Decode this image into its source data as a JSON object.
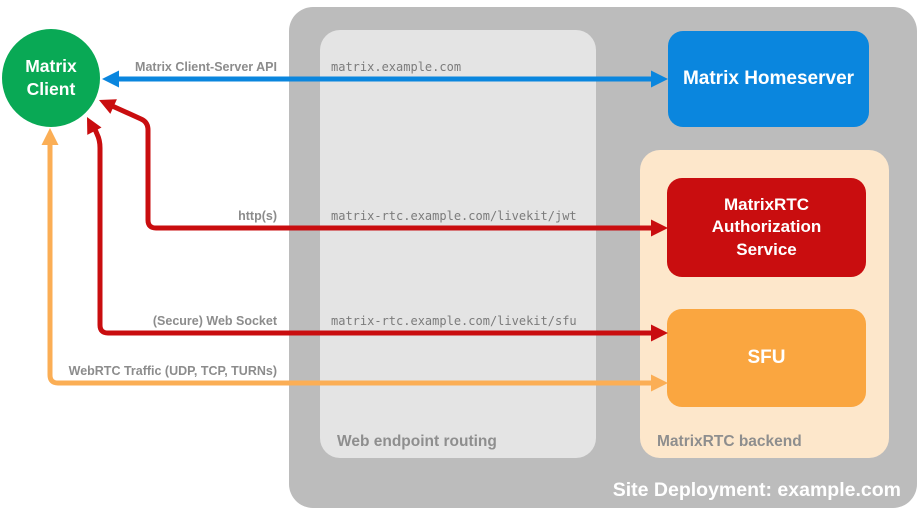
{
  "containers": {
    "site": {
      "label": "Site Deployment: example.com",
      "color": "#BCBCBC"
    },
    "routing": {
      "label": "Web endpoint routing",
      "color": "#E4E4E4"
    },
    "backend": {
      "label": "MatrixRTC backend",
      "color": "#FDE7CB"
    }
  },
  "nodes": {
    "client": {
      "label": "Matrix\nClient",
      "color": "#09A955"
    },
    "homeserver": {
      "label": "Matrix Homeserver",
      "color": "#0A86DE"
    },
    "auth_service": {
      "label": "MatrixRTC\nAuthorization\nService",
      "color": "#C90D0F"
    },
    "sfu": {
      "label": "SFU",
      "color": "#FAA640"
    }
  },
  "endpoints": {
    "homeserver": "matrix.example.com",
    "jwt": "matrix-rtc.example.com/livekit/jwt",
    "sfu": "matrix-rtc.example.com/livekit/sfu"
  },
  "connections": {
    "client_server_api": {
      "label": "Matrix Client-Server API",
      "color": "#0A86DE",
      "bidirectional": "true"
    },
    "https": {
      "label": "http(s)",
      "color": "#C90D0F",
      "bidirectional": "true"
    },
    "websocket": {
      "label": "(Secure) Web Socket",
      "color": "#C90D0F",
      "bidirectional": "true"
    },
    "webrtc": {
      "label": "WebRTC Traffic (UDP, TCP, TURNs)",
      "color": "#FBAE55",
      "bidirectional": "true"
    }
  },
  "text_colors": {
    "container_label": "#8E8E8E",
    "endpoint_text": "#7B7B7B",
    "arrow_label": "#8C8C8C",
    "node_text": "#FFFFFF"
  }
}
